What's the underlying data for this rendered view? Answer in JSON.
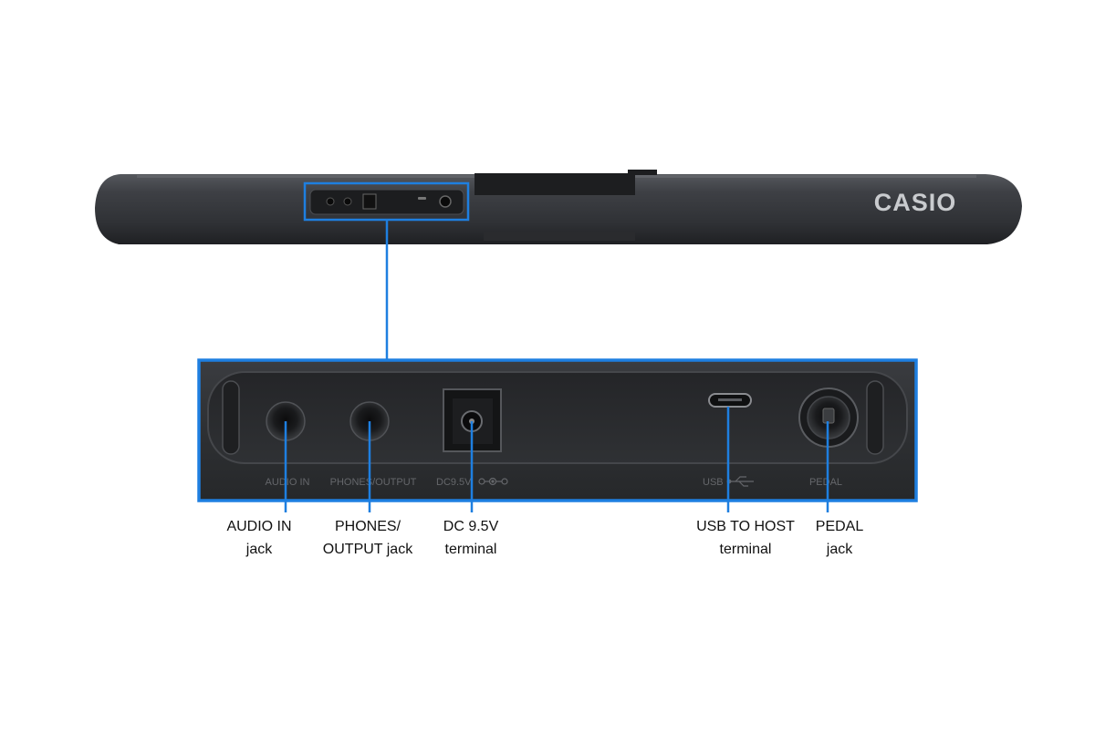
{
  "device": {
    "brand_logo": "CASIO",
    "panel_labels": {
      "audio_in": "AUDIO IN",
      "phones_output": "PHONES/OUTPUT",
      "dc": "DC9.5V",
      "usb": "USB",
      "pedal": "PEDAL"
    }
  },
  "colors": {
    "highlight_blue": "#1e7fe0",
    "keyboard_body": "#3a3c40",
    "panel_face": "#2b2d30",
    "label_text": "#111111"
  },
  "callouts": [
    {
      "id": "audio-in",
      "line1": "AUDIO IN",
      "line2": "jack"
    },
    {
      "id": "phones-output",
      "line1": "PHONES/",
      "line2": "OUTPUT jack"
    },
    {
      "id": "dc-terminal",
      "line1": "DC 9.5V",
      "line2": "terminal"
    },
    {
      "id": "usb-to-host",
      "line1": "USB TO HOST",
      "line2": "terminal"
    },
    {
      "id": "pedal",
      "line1": "PEDAL",
      "line2": "jack"
    }
  ]
}
